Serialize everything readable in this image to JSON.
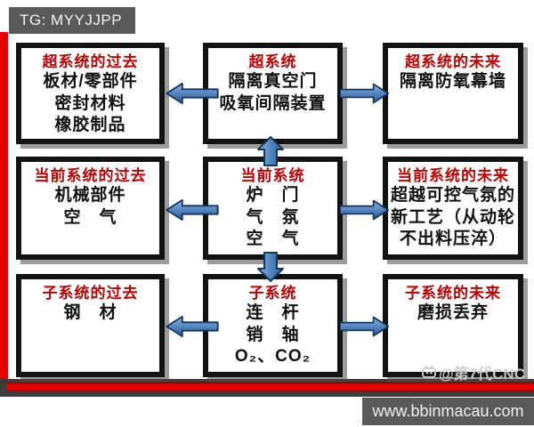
{
  "header": {
    "tag_label": "TG: MYYJJPP"
  },
  "footer": {
    "url": "www.bbinmacau.com"
  },
  "watermark": {
    "text": "@第7代CNC"
  },
  "colors": {
    "accent_red": "#e60000",
    "title_red": "#c00000",
    "arrow_blue": "#4f81bd",
    "arrow_outline": "#17365d",
    "plate_gray": "#595959",
    "box_border": "#121212"
  },
  "grid": {
    "cells": [
      {
        "id": "super-system-past",
        "title": "超系统的过去",
        "lines": [
          "板材/零部件",
          "密封材料",
          "橡胶制品"
        ]
      },
      {
        "id": "super-system",
        "title": "超系统",
        "lines": [
          "隔离真空门",
          "吸氧间隔装置"
        ]
      },
      {
        "id": "super-system-future",
        "title": "超系统的未来",
        "lines": [
          "隔离防氧幕墙"
        ]
      },
      {
        "id": "current-system-past",
        "title": "当前系统的过去",
        "lines": [
          "机械部件",
          "空　气"
        ]
      },
      {
        "id": "current-system",
        "title": "当前系统",
        "lines": [
          "炉　门",
          "气　氛",
          "空　气"
        ]
      },
      {
        "id": "current-system-future",
        "title": "当前系统的未来",
        "lines": [
          "超越可控气氛的",
          "新工艺（从动轮",
          "不出料压淬）"
        ]
      },
      {
        "id": "sub-system-past",
        "title": "子系统的过去",
        "lines": [
          "钢　材"
        ]
      },
      {
        "id": "sub-system",
        "title": "子系统",
        "lines": [
          "连　杆",
          "销　轴",
          "O₂、CO₂"
        ]
      },
      {
        "id": "sub-system-future",
        "title": "子系统的未来",
        "lines": [
          "磨损丢弃"
        ]
      }
    ]
  }
}
